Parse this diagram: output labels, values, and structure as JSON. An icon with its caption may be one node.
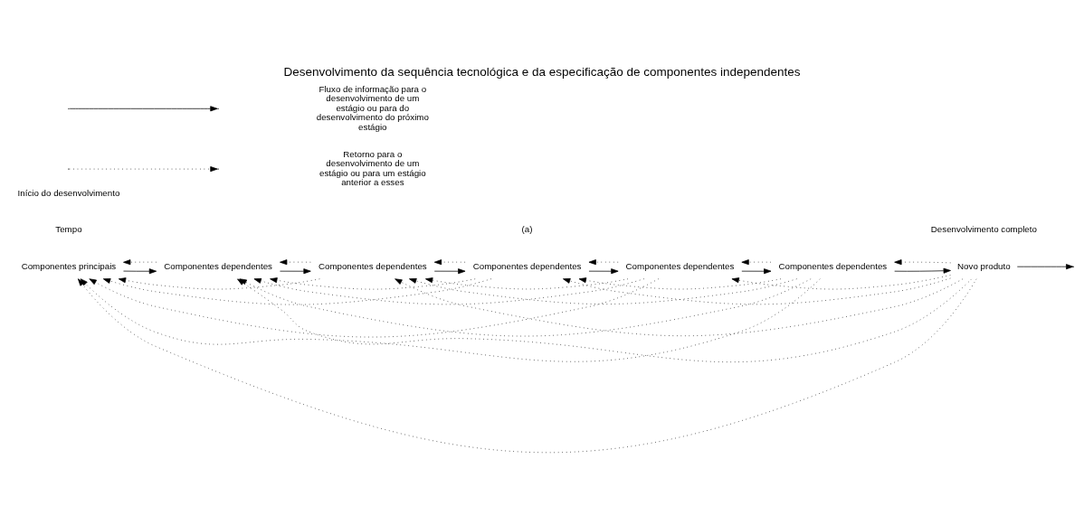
{
  "diagram": {
    "title": "Desenvolvimento da sequência tecnológica e da especificação de componentes independentes",
    "nodes": [
      {
        "text": [
          "Componentes principais"
        ]
      },
      {
        "text": [
          "Componentes dependentes"
        ]
      },
      {
        "text": [
          "Componentes dependentes"
        ]
      },
      {
        "text": [
          "Componentes dependentes"
        ]
      },
      {
        "text": [
          "Componentes dependentes"
        ]
      },
      {
        "text": [
          "Componentes dependentes"
        ]
      },
      {
        "text": [
          "Novo produto"
        ]
      }
    ],
    "edges": [
      {
        "from": 0,
        "to": 1,
        "arrow": "to"
      },
      {
        "from": 1,
        "to": 2,
        "arrow": "to"
      },
      {
        "from": 2,
        "to": 3,
        "arrow": "to"
      },
      {
        "from": 3,
        "to": 4,
        "arrow": "to"
      },
      {
        "from": 4,
        "to": 5,
        "arrow": "to"
      },
      {
        "from": 5,
        "to": 6,
        "arrow": "to"
      },
      {
        "from": 6,
        "to": null,
        "arrow": "to"
      },
      {
        "from": 1,
        "to": 0,
        "arrow": "to",
        "style": "dashed"
      },
      {
        "from": 2,
        "to": 1,
        "arrow": "to",
        "style": "dashed"
      },
      {
        "from": 2,
        "to": 0,
        "arrow": "to",
        "style": "dashed"
      },
      {
        "from": 3,
        "to": 2,
        "arrow": "to",
        "style": "dashed"
      },
      {
        "from": 3,
        "to": 1,
        "arrow": "to",
        "style": "dashed"
      },
      {
        "from": 3,
        "to": 0,
        "arrow": "to",
        "style": "dashed"
      },
      {
        "from": 4,
        "to": 3,
        "arrow": "to",
        "style": "dashed"
      },
      {
        "from": 4,
        "to": 2,
        "arrow": "to",
        "style": "dashed"
      },
      {
        "from": 4,
        "to": 1,
        "arrow": "to",
        "style": "dashed"
      },
      {
        "from": 4,
        "to": 0,
        "arrow": "to",
        "style": "dashed"
      },
      {
        "from": 5,
        "to": 4,
        "arrow": "to",
        "style": "dashed"
      },
      {
        "from": 5,
        "to": 3,
        "arrow": "to",
        "style": "dashed"
      },
      {
        "from": 5,
        "to": 2,
        "arrow": "to",
        "style": "dashed"
      },
      {
        "from": 5,
        "to": 1,
        "arrow": "to",
        "style": "dashed"
      },
      {
        "from": 5,
        "to": 0,
        "arrow": "to",
        "style": "dashed"
      },
      {
        "from": 6,
        "to": 5,
        "arrow": "to",
        "style": "dashed"
      },
      {
        "from": 6,
        "to": 4,
        "arrow": "to",
        "style": "dashed"
      },
      {
        "from": 6,
        "to": 3,
        "arrow": "to",
        "style": "dashed"
      },
      {
        "from": 6,
        "to": 2,
        "arrow": "to",
        "style": "dashed"
      },
      {
        "from": 6,
        "to": 1,
        "arrow": "to",
        "style": "dashed"
      },
      {
        "from": 6,
        "to": 0,
        "arrow": "to",
        "style": "dashed"
      }
    ],
    "labels": [
      "Tempo",
      "Início do desenvolvimento",
      "(a)",
      "Desenvolvimento completo"
    ],
    "legend": [
      {
        "text": "Fluxo de informação para o desenvolvimento de um estágio ou para do desenvolvimento do próximo estágio"
      },
      {
        "text": "Retorno para o desenvolvimento de um estágio ou para um estágio anterior a esses"
      }
    ]
  }
}
